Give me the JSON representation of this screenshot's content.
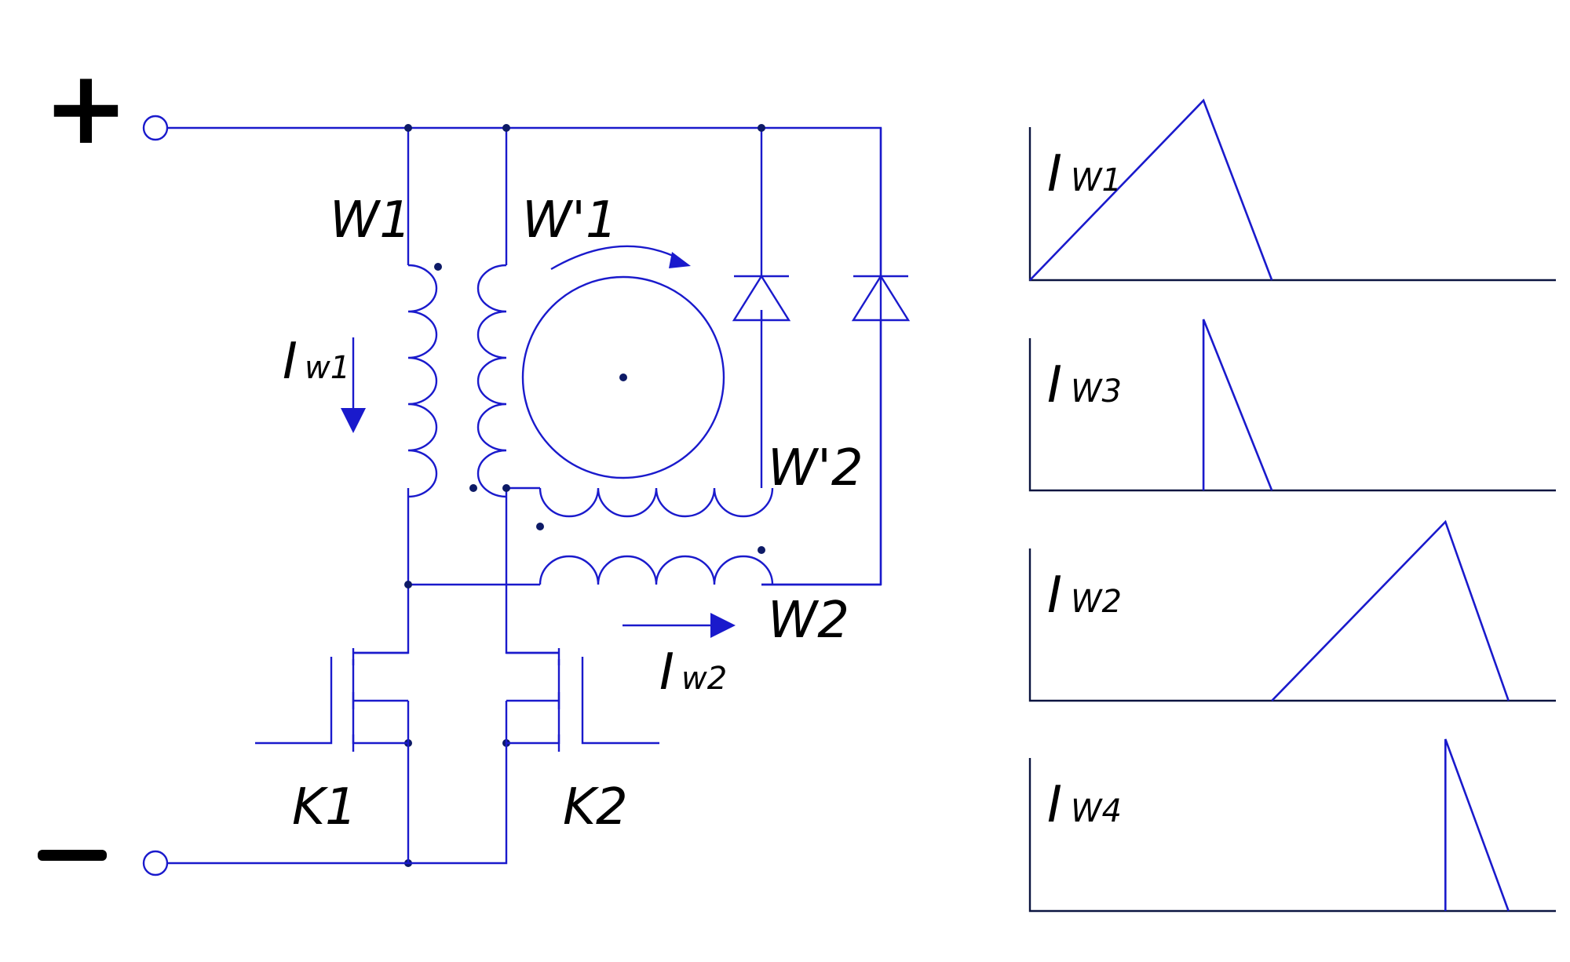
{
  "terminals": {
    "plus": "+",
    "minus": "−"
  },
  "windings": {
    "w1": "W1",
    "w1_prime": "W'1",
    "w2": "W2",
    "w2_prime": "W'2"
  },
  "currents": {
    "iw1": {
      "main": "I",
      "sub": "w1"
    },
    "iw2": {
      "main": "I",
      "sub": "w2"
    }
  },
  "switches": {
    "k1": "K1",
    "k2": "K2"
  },
  "plots": [
    {
      "id": "w1",
      "label": {
        "main": "I",
        "sub": "W1"
      },
      "shape": "sawtooth-rise",
      "rise_start": 0.0,
      "peak": 0.33,
      "end": 0.46
    },
    {
      "id": "w3",
      "label": {
        "main": "I",
        "sub": "W3"
      },
      "shape": "spike-decay",
      "rise_start": 0.33,
      "peak": 0.33,
      "end": 0.46
    },
    {
      "id": "w2",
      "label": {
        "main": "I",
        "sub": "W2"
      },
      "shape": "sawtooth-rise",
      "rise_start": 0.46,
      "peak": 0.79,
      "end": 0.91
    },
    {
      "id": "w4",
      "label": {
        "main": "I",
        "sub": "W4"
      },
      "shape": "spike-decay",
      "rise_start": 0.79,
      "peak": 0.79,
      "end": 0.91
    }
  ]
}
